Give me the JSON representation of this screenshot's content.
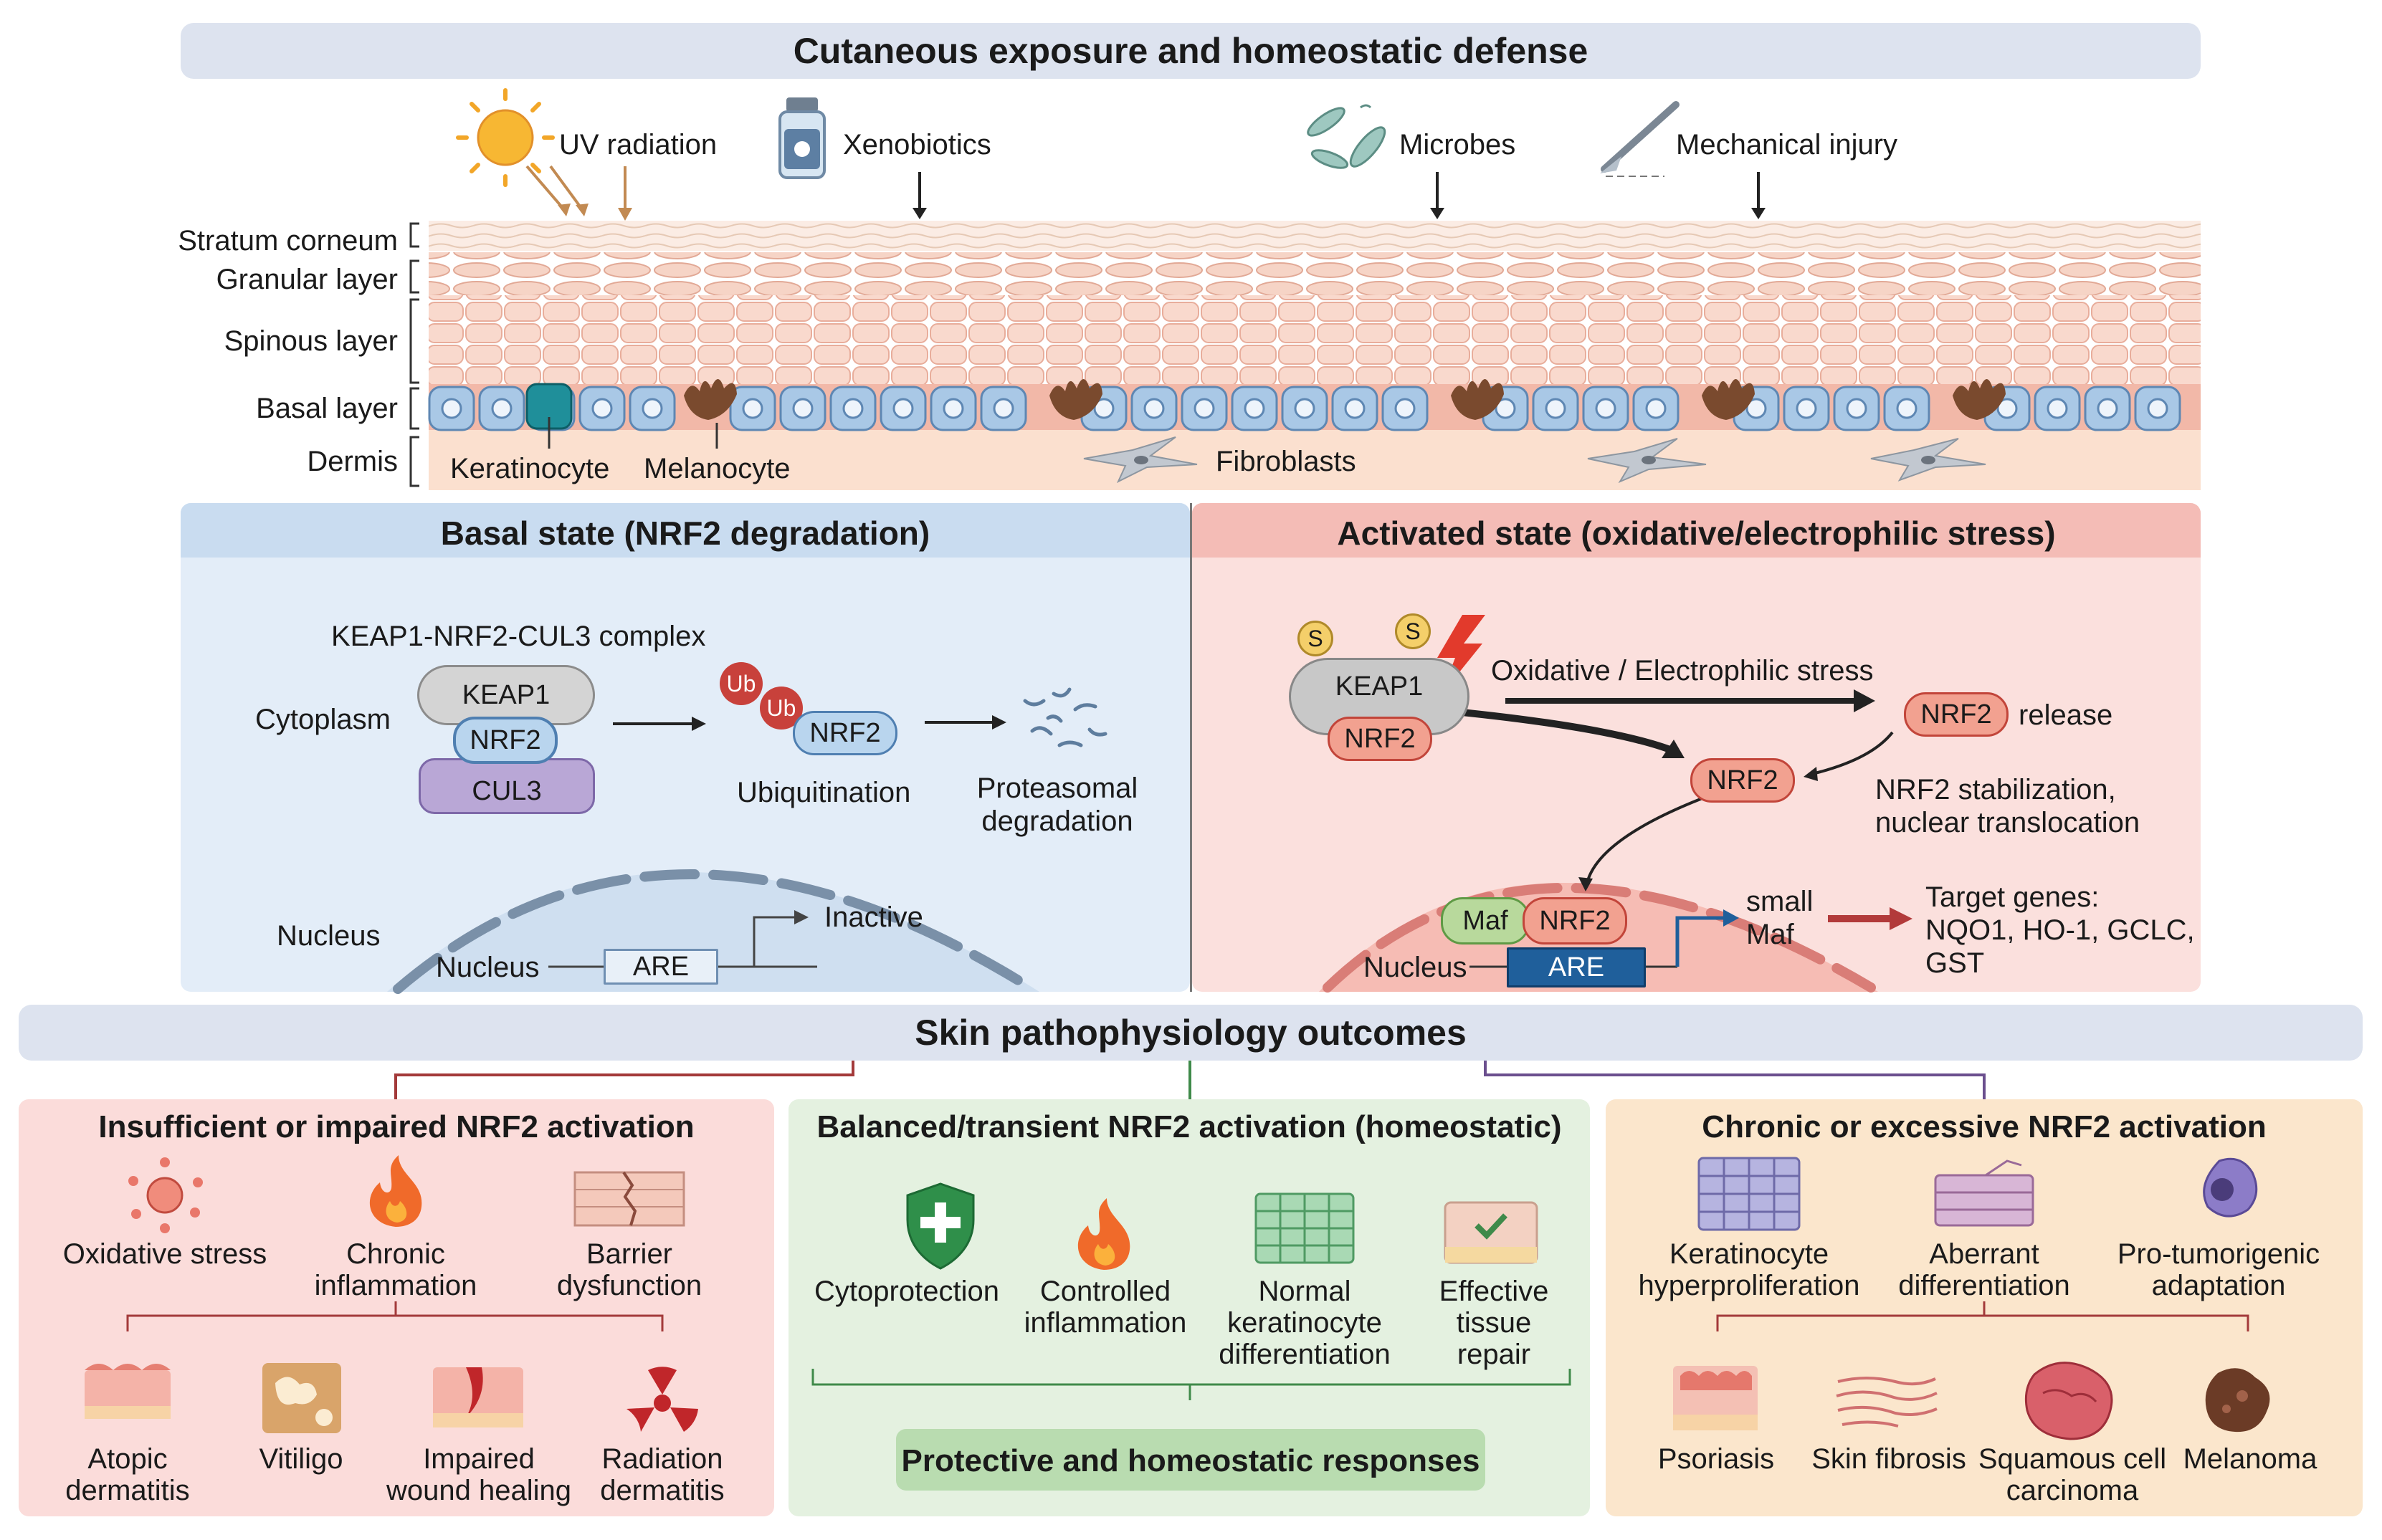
{
  "top": {
    "title": "Cutaneous exposure and homeostatic defense",
    "exposures": [
      "UV radiation",
      "Xenobiotics",
      "Microbes",
      "Mechanical injury"
    ],
    "layers": [
      "Stratum corneum",
      "Granular layer",
      "Spinous layer",
      "Basal layer",
      "Dermis"
    ],
    "cells": {
      "keratinocyte": "Keratinocyte",
      "melanocyte": "Melanocyte",
      "fibroblasts": "Fibroblasts"
    }
  },
  "basal": {
    "title": "Basal state (NRF2 degradation)",
    "complex": "KEAP1-NRF2-CUL3 complex",
    "cytoplasm": "Cytoplasm",
    "keap1": "KEAP1",
    "nrf2": "NRF2",
    "cul3": "CUL3",
    "ub": "Ub",
    "ubiquitination": "Ubiquitination",
    "proteasomal": [
      "Proteasomal",
      "degradation"
    ],
    "nucleus_outer": "Nucleus",
    "nucleus_inner": "Nucleus",
    "are": "ARE",
    "inactive": "Inactive"
  },
  "activated": {
    "title": "Activated state (oxidative/electrophilic stress)",
    "s": "S",
    "keap1": "KEAP1",
    "nrf2": "NRF2",
    "stress": "Oxidative / Electrophilic stress",
    "release": "release",
    "stabilization": [
      "NRF2 stabilization,",
      "nuclear translocation"
    ],
    "maf": "Maf",
    "small_maf": [
      "small",
      "Maf"
    ],
    "nucleus": "Nucleus",
    "are": "ARE",
    "target_genes": [
      "Target genes:",
      "NQO1, HO-1, GCLC,",
      "GST"
    ]
  },
  "outcomes": {
    "title": "Skin pathophysiology outcomes",
    "insufficient": {
      "title": "Insufficient or impaired NRF2 activation",
      "items": [
        [
          "Oxidative stress"
        ],
        [
          "Chronic",
          "inflammation"
        ],
        [
          "Barrier",
          "dysfunction"
        ]
      ],
      "diseases": [
        [
          "Atopic",
          "dermatitis"
        ],
        [
          "Vitiligo"
        ],
        [
          "Impaired",
          "wound healing"
        ],
        [
          "Radiation",
          "dermatitis"
        ]
      ]
    },
    "balanced": {
      "title": "Balanced/transient NRF2 activation (homeostatic)",
      "items": [
        [
          "Cytoprotection"
        ],
        [
          "Controlled",
          "inflammation"
        ],
        [
          "Normal",
          "keratinocyte",
          "differentiation"
        ],
        [
          "Effective",
          "tissue",
          "repair"
        ]
      ],
      "footer": "Protective and homeostatic responses"
    },
    "chronic": {
      "title": "Chronic or excessive NRF2 activation",
      "items": [
        [
          "Keratinocyte",
          "hyperproliferation"
        ],
        [
          "Aberrant",
          "differentiation"
        ],
        [
          "Pro-tumorigenic",
          "adaptation"
        ]
      ],
      "diseases": [
        [
          "Psoriasis"
        ],
        [
          "Skin fibrosis"
        ],
        [
          "Squamous cell",
          "carcinoma"
        ],
        [
          "Melanoma"
        ]
      ]
    }
  },
  "colors": {
    "header_bar": "#dde3ef",
    "basal_bg": "#e3edf8",
    "activated_bg": "#fbe0dd",
    "insufficient_bg": "#fbdcda",
    "balanced_bg": "#e4f1e0",
    "chronic_bg": "#fbe6cc",
    "nrf2_red": "#f2a190",
    "nrf2_blue": "#b9d5ee",
    "cul3": "#b9a7d6",
    "are_dark": "#1f5f9b"
  }
}
